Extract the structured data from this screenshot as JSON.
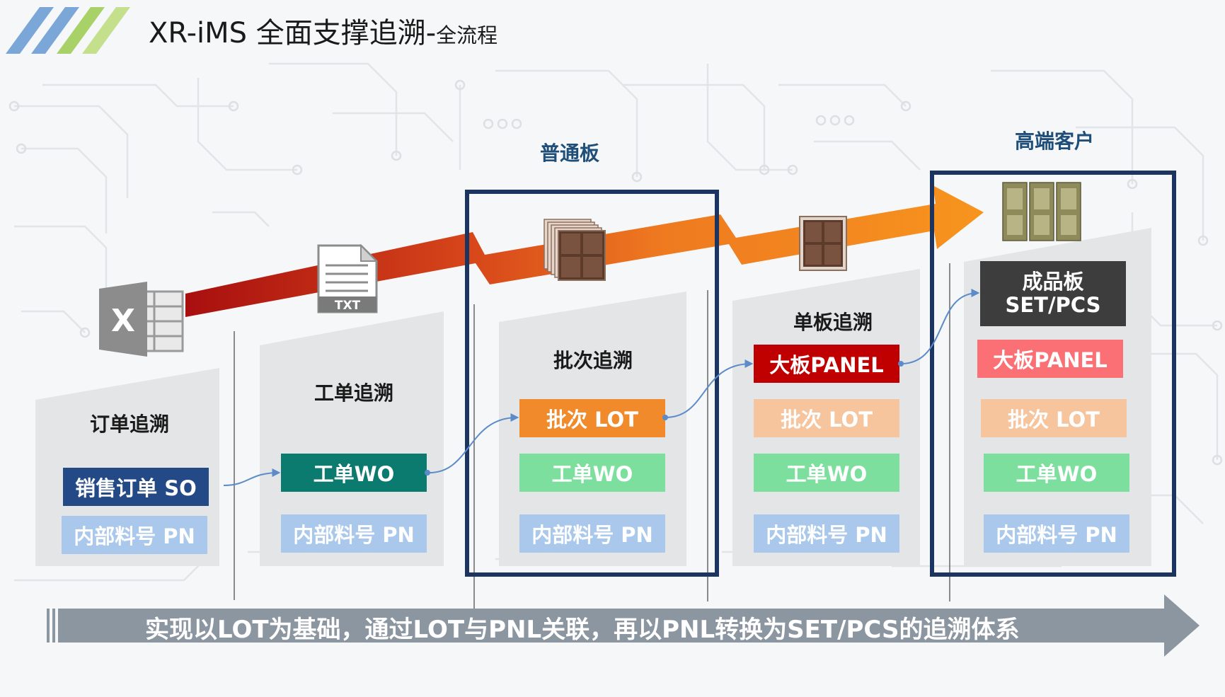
{
  "slide": {
    "title_main": "XR-iMS 全面支撑追溯-",
    "title_sub": "全流程"
  },
  "groups": {
    "normal_board": "普通板",
    "high_end": "高端客户"
  },
  "stages": [
    {
      "heading": "订单追溯",
      "tags": [
        "销售订单 SO",
        "内部料号 PN"
      ]
    },
    {
      "heading": "工单追溯",
      "tags": [
        "工单WO",
        "内部料号 PN"
      ]
    },
    {
      "heading": "批次追溯",
      "tags": [
        "批次 LOT",
        "工单WO",
        "内部料号 PN"
      ]
    },
    {
      "heading": "单板追溯",
      "tags": [
        "大板PANEL",
        "批次 LOT",
        "工单WO",
        "内部料号 PN"
      ]
    },
    {
      "heading": "",
      "tags": [
        "成品板",
        "SET/PCS",
        "大板PANEL",
        "批次 LOT",
        "工单WO",
        "内部料号 PN"
      ]
    }
  ],
  "icons": {
    "excel_letter": "X",
    "txt_label": "TXT"
  },
  "bottom_banner": "实现以LOT为基础，通过LOT与PNL关联，再以PNL转换为SET/PCS的追溯体系",
  "colors": {
    "frame": "#1c3560",
    "so": "#234a86",
    "wo_dark": "#0b7a6f",
    "lot": "#f08a2a",
    "lot_light": "#f6c49d",
    "wo_light": "#7ddf9e",
    "pn": "#a9c8ec",
    "panel_dark": "#c00000",
    "panel_light": "#fb7075",
    "set_pcs": "#3d3d3d",
    "arrow_dark": "#a80f0f",
    "arrow_orange": "#f28a22"
  }
}
